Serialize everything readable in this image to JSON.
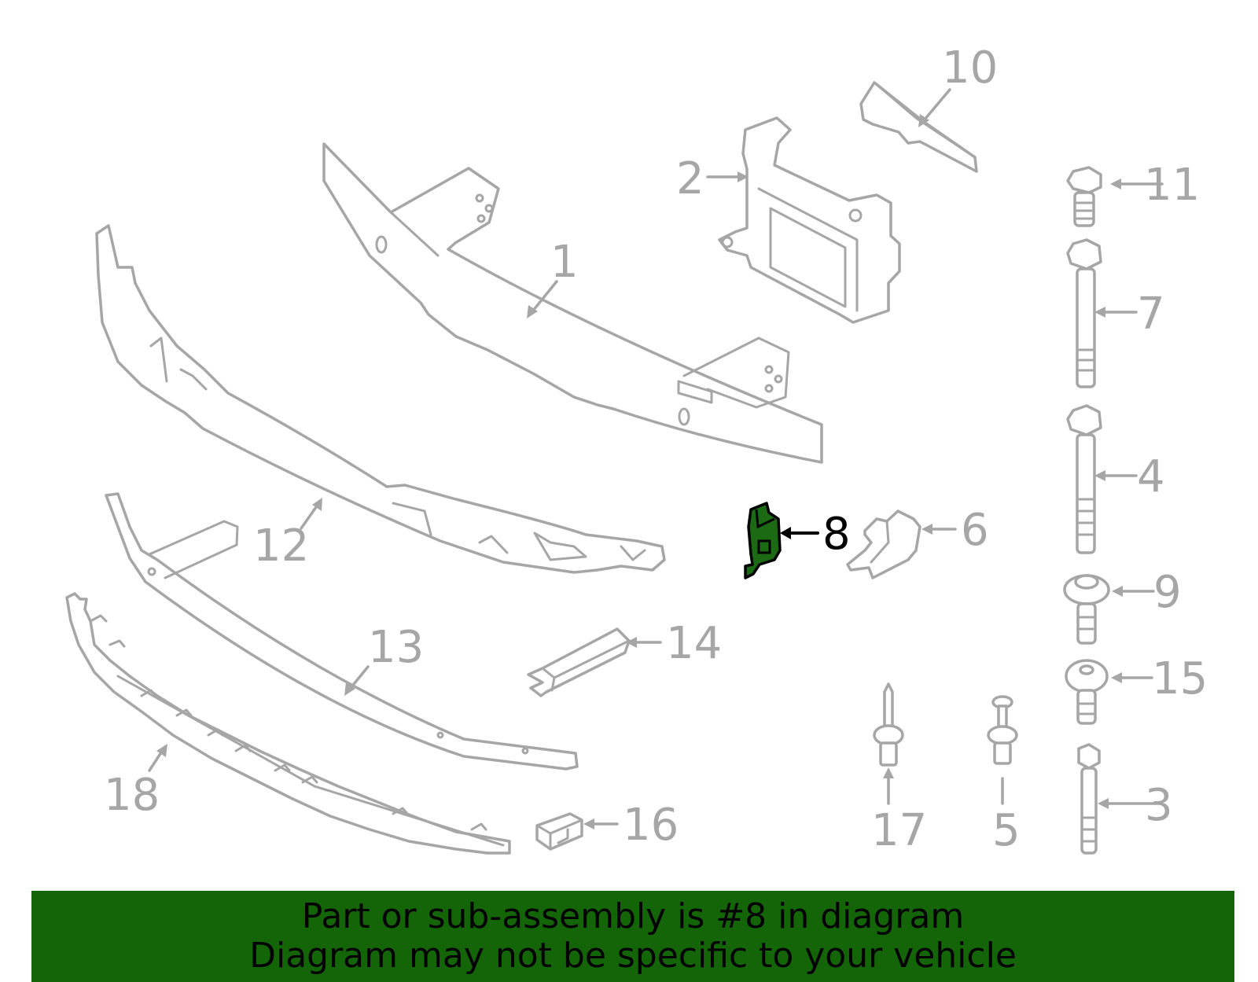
{
  "callouts": {
    "c1": "1",
    "c2": "2",
    "c3": "3",
    "c4": "4",
    "c5": "5",
    "c6": "6",
    "c7": "7",
    "c8": "8",
    "c9": "9",
    "c10": "10",
    "c11": "11",
    "c12": "12",
    "c13": "13",
    "c14": "14",
    "c15": "15",
    "c16": "16",
    "c17": "17",
    "c18": "18"
  },
  "highlighted_part": "8",
  "colors": {
    "line_art": "#a6a6a6",
    "highlight_fill": "#1c6b14",
    "banner_background": "#146408",
    "banner_text": "#000000"
  },
  "banner": {
    "line1": "Part or sub-assembly is #8 in diagram",
    "line2": "Diagram may not be specific to your vehicle"
  }
}
